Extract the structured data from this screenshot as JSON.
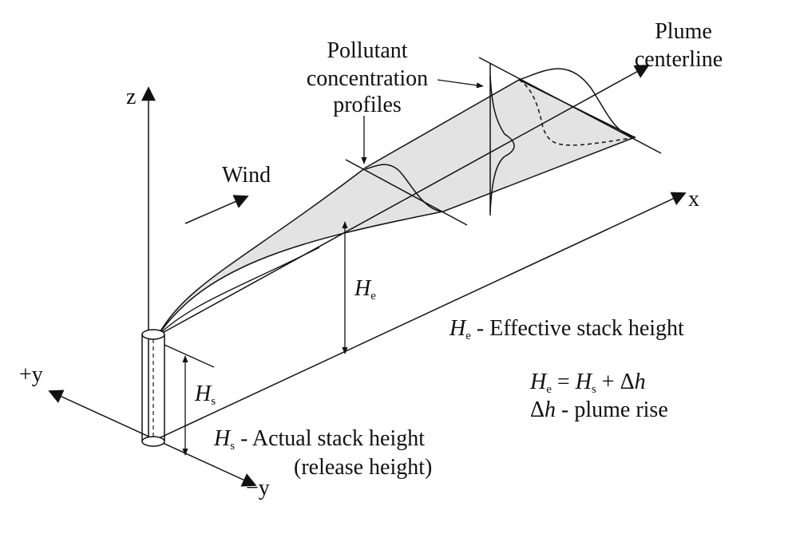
{
  "axes": {
    "z": "z",
    "x": "x",
    "plus_y": "+y",
    "minus_y": "−y"
  },
  "labels": {
    "wind": "Wind",
    "plume_centerline_line1": "Plume",
    "plume_centerline_line2": "centerline",
    "pollutant_line1": "Pollutant",
    "pollutant_line2": "concentration",
    "pollutant_line3": "profiles",
    "H": "H",
    "e": "e",
    "s": "s",
    "effective_text": " - Effective stack height",
    "actual_text": " - Actual stack height",
    "release_height": "(release height)",
    "eq_equals": " = ",
    "eq_plus": " + Δ",
    "h": "h",
    "delta": "Δ",
    "plume_rise_text": " - plume rise"
  },
  "colors": {
    "line": "#111111",
    "plume_fill": "#e3e3e3",
    "background": "#ffffff"
  }
}
